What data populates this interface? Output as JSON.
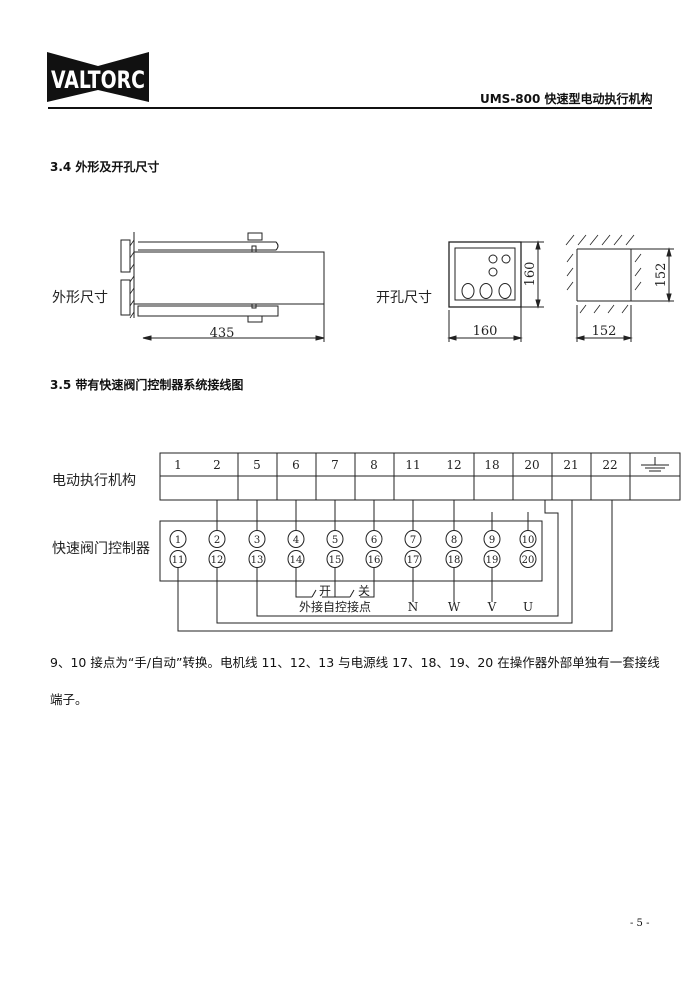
{
  "header": {
    "logo_text": "VALTORC",
    "title": "UMS-800 快速型电动执行机构"
  },
  "section_34": {
    "heading": "3.4  外形及开孔尺寸",
    "outline_label": "外形尺寸",
    "outline_dim": "435",
    "cutout_label": "开孔尺寸",
    "front_width": "160",
    "front_height": "160",
    "cutout_width": "152",
    "cutout_height": "152"
  },
  "section_35": {
    "heading": "3.5  带有快速阀门控制器系统接线图",
    "actuator_label": "电动执行机构",
    "controller_label": "快速阀门控制器",
    "actuator_terminals": [
      "1",
      "2",
      "5",
      "6",
      "7",
      "8",
      "11",
      "12",
      "18",
      "20",
      "21",
      "22"
    ],
    "controller_top": [
      "1",
      "2",
      "3",
      "4",
      "5",
      "6",
      "7",
      "8",
      "9",
      "10"
    ],
    "controller_bottom": [
      "11",
      "12",
      "13",
      "14",
      "15",
      "16",
      "17",
      "18",
      "19",
      "20"
    ],
    "open_label": "开",
    "close_label": "关",
    "external_label": "外接自控接点",
    "phase_labels": [
      "N",
      "W",
      "V",
      "U"
    ]
  },
  "note_line1": "9、10 接点为“手/自动”转换。电机线 11、12、13 与电源线 17、18、19、20 在操作器外部单独有一套接线",
  "note_line2": "端子。",
  "page_number": "- 5 -"
}
